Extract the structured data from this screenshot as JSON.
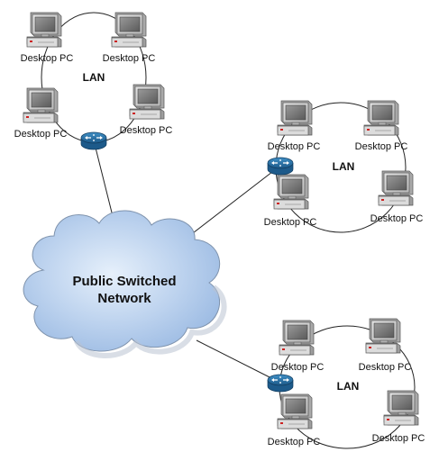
{
  "cloud": {
    "line1": "Public Switched",
    "line2": "Network"
  },
  "lans": [
    {
      "label": "LAN",
      "pcs": [
        "Desktop PC",
        "Desktop PC",
        "Desktop PC",
        "Desktop PC"
      ]
    },
    {
      "label": "LAN",
      "pcs": [
        "Desktop PC",
        "Desktop PC",
        "Desktop PC",
        "Desktop PC"
      ]
    },
    {
      "label": "LAN",
      "pcs": [
        "Desktop PC",
        "Desktop PC",
        "Desktop PC",
        "Desktop PC"
      ]
    }
  ]
}
